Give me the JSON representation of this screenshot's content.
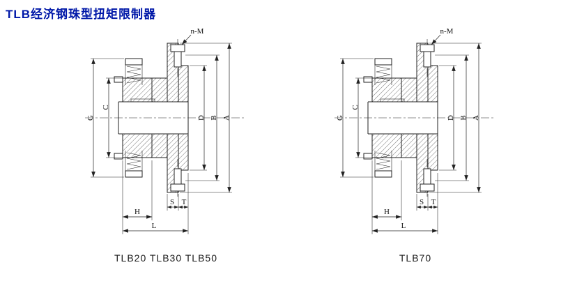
{
  "page": {
    "title": "TLB经济钢珠型扭矩限制器",
    "title_color": "#0018a8",
    "line_color": "#222222"
  },
  "figures": [
    {
      "caption": "TLB20 TLB30 TLB50",
      "labels": {
        "bolt": "n-M",
        "G": "G",
        "C": "C",
        "D": "D",
        "B": "B",
        "A": "A",
        "H": "H",
        "L": "L",
        "S": "S",
        "T": "T"
      }
    },
    {
      "caption": "TLB70",
      "labels": {
        "bolt": "n-M",
        "G": "G",
        "C": "C",
        "D": "D",
        "B": "B",
        "A": "A",
        "H": "H",
        "L": "L",
        "S": "S",
        "T": "T"
      }
    }
  ]
}
